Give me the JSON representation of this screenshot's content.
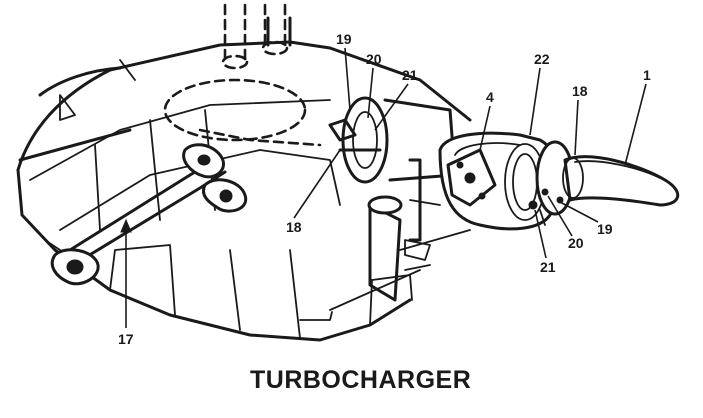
{
  "title": "TURBOCHARGER",
  "callouts": [
    "19",
    "20",
    "21",
    "22",
    "4",
    "18",
    "1",
    "18",
    "19",
    "20",
    "21",
    "17"
  ],
  "colors": {
    "ink": "#1a1a1a",
    "paper": "#ffffff"
  }
}
